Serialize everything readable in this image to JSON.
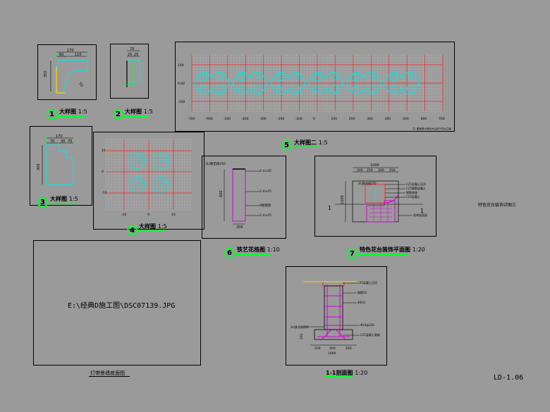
{
  "details": [
    {
      "no": "1",
      "title": "大样图",
      "scale": "1:5",
      "dims": {
        "top": "170",
        "a": "60",
        "b": "110",
        "side": "350",
        "r": "50"
      }
    },
    {
      "no": "2",
      "title": "大样图",
      "scale": "1:5",
      "dims": {
        "top": "70",
        "a": "25",
        "b": "25"
      }
    },
    {
      "no": "3",
      "title": "大样图",
      "scale": "1:5",
      "dims": {
        "top": "170",
        "a": "70",
        "b": "30",
        "c": "70",
        "side": "300"
      }
    },
    {
      "no": "4",
      "title": "大样图",
      "scale": "1:5"
    },
    {
      "no": "5",
      "title": "大样图二",
      "scale": "1:5"
    },
    {
      "no": "6",
      "title": "铁艺花格图",
      "scale": "1:10"
    },
    {
      "no": "7",
      "title": "特色花台装饰平面图",
      "scale": "1:20"
    }
  ],
  "elevation": {
    "y_ticks": [
      "100",
      "0.00",
      "-100"
    ],
    "x_ticks": [
      "-700",
      "-600",
      "-500",
      "-400",
      "-300",
      "-200",
      "-100",
      "0",
      "100",
      "200",
      "300",
      "400",
      "500",
      "600",
      "700"
    ],
    "note": "注: 图案按比例放大后贴于花台立面"
  },
  "detail4_ticks": {
    "left": [
      "10",
      "0",
      "-10"
    ],
    "bottom": [
      "-10",
      "0",
      "10"
    ]
  },
  "detail6": {
    "labels": [
      "3LI鉄花格250",
      "2-4×45",
      "2-4×45",
      "6板钢架",
      "2-4×45"
    ],
    "side": "600",
    "bottom": "200"
  },
  "detail7": {
    "dims_top": "1000",
    "dims_sub": [
      "200",
      "250",
      "300",
      "250"
    ],
    "labels": [
      "3LI鉄花格250",
      "C25混凝土压顶",
      "C25钢筋混凝土",
      "钢筋底座",
      "C25混凝土",
      "花岗岩贴面"
    ],
    "side": "1000",
    "cut_mark": "1"
  },
  "section": {
    "title": "1-1剖面图",
    "scale": "1:20",
    "labels": [
      "C25混凝土压顶",
      "钢筋50",
      "4Φ16",
      "3LI鉄花格250",
      "Φ10@200",
      "C25混凝土基础"
    ],
    "dims_bottom": [
      "200",
      "400",
      "200"
    ],
    "total": "1000",
    "side": "250"
  },
  "photo": {
    "path": "E:\\经典D施工图\\DSC07139.JPG",
    "caption": "灯带景墙底面图"
  },
  "side_note": "特色花台装饰详图三",
  "drawing_no": "LD-1.06",
  "colors": {
    "bg": "#9a9a9a",
    "cyan": "#00e5e5",
    "red": "#ff2020",
    "magenta": "#d400d4",
    "green": "#00ff2a",
    "yellow": "#ffd400",
    "black": "#000000"
  }
}
